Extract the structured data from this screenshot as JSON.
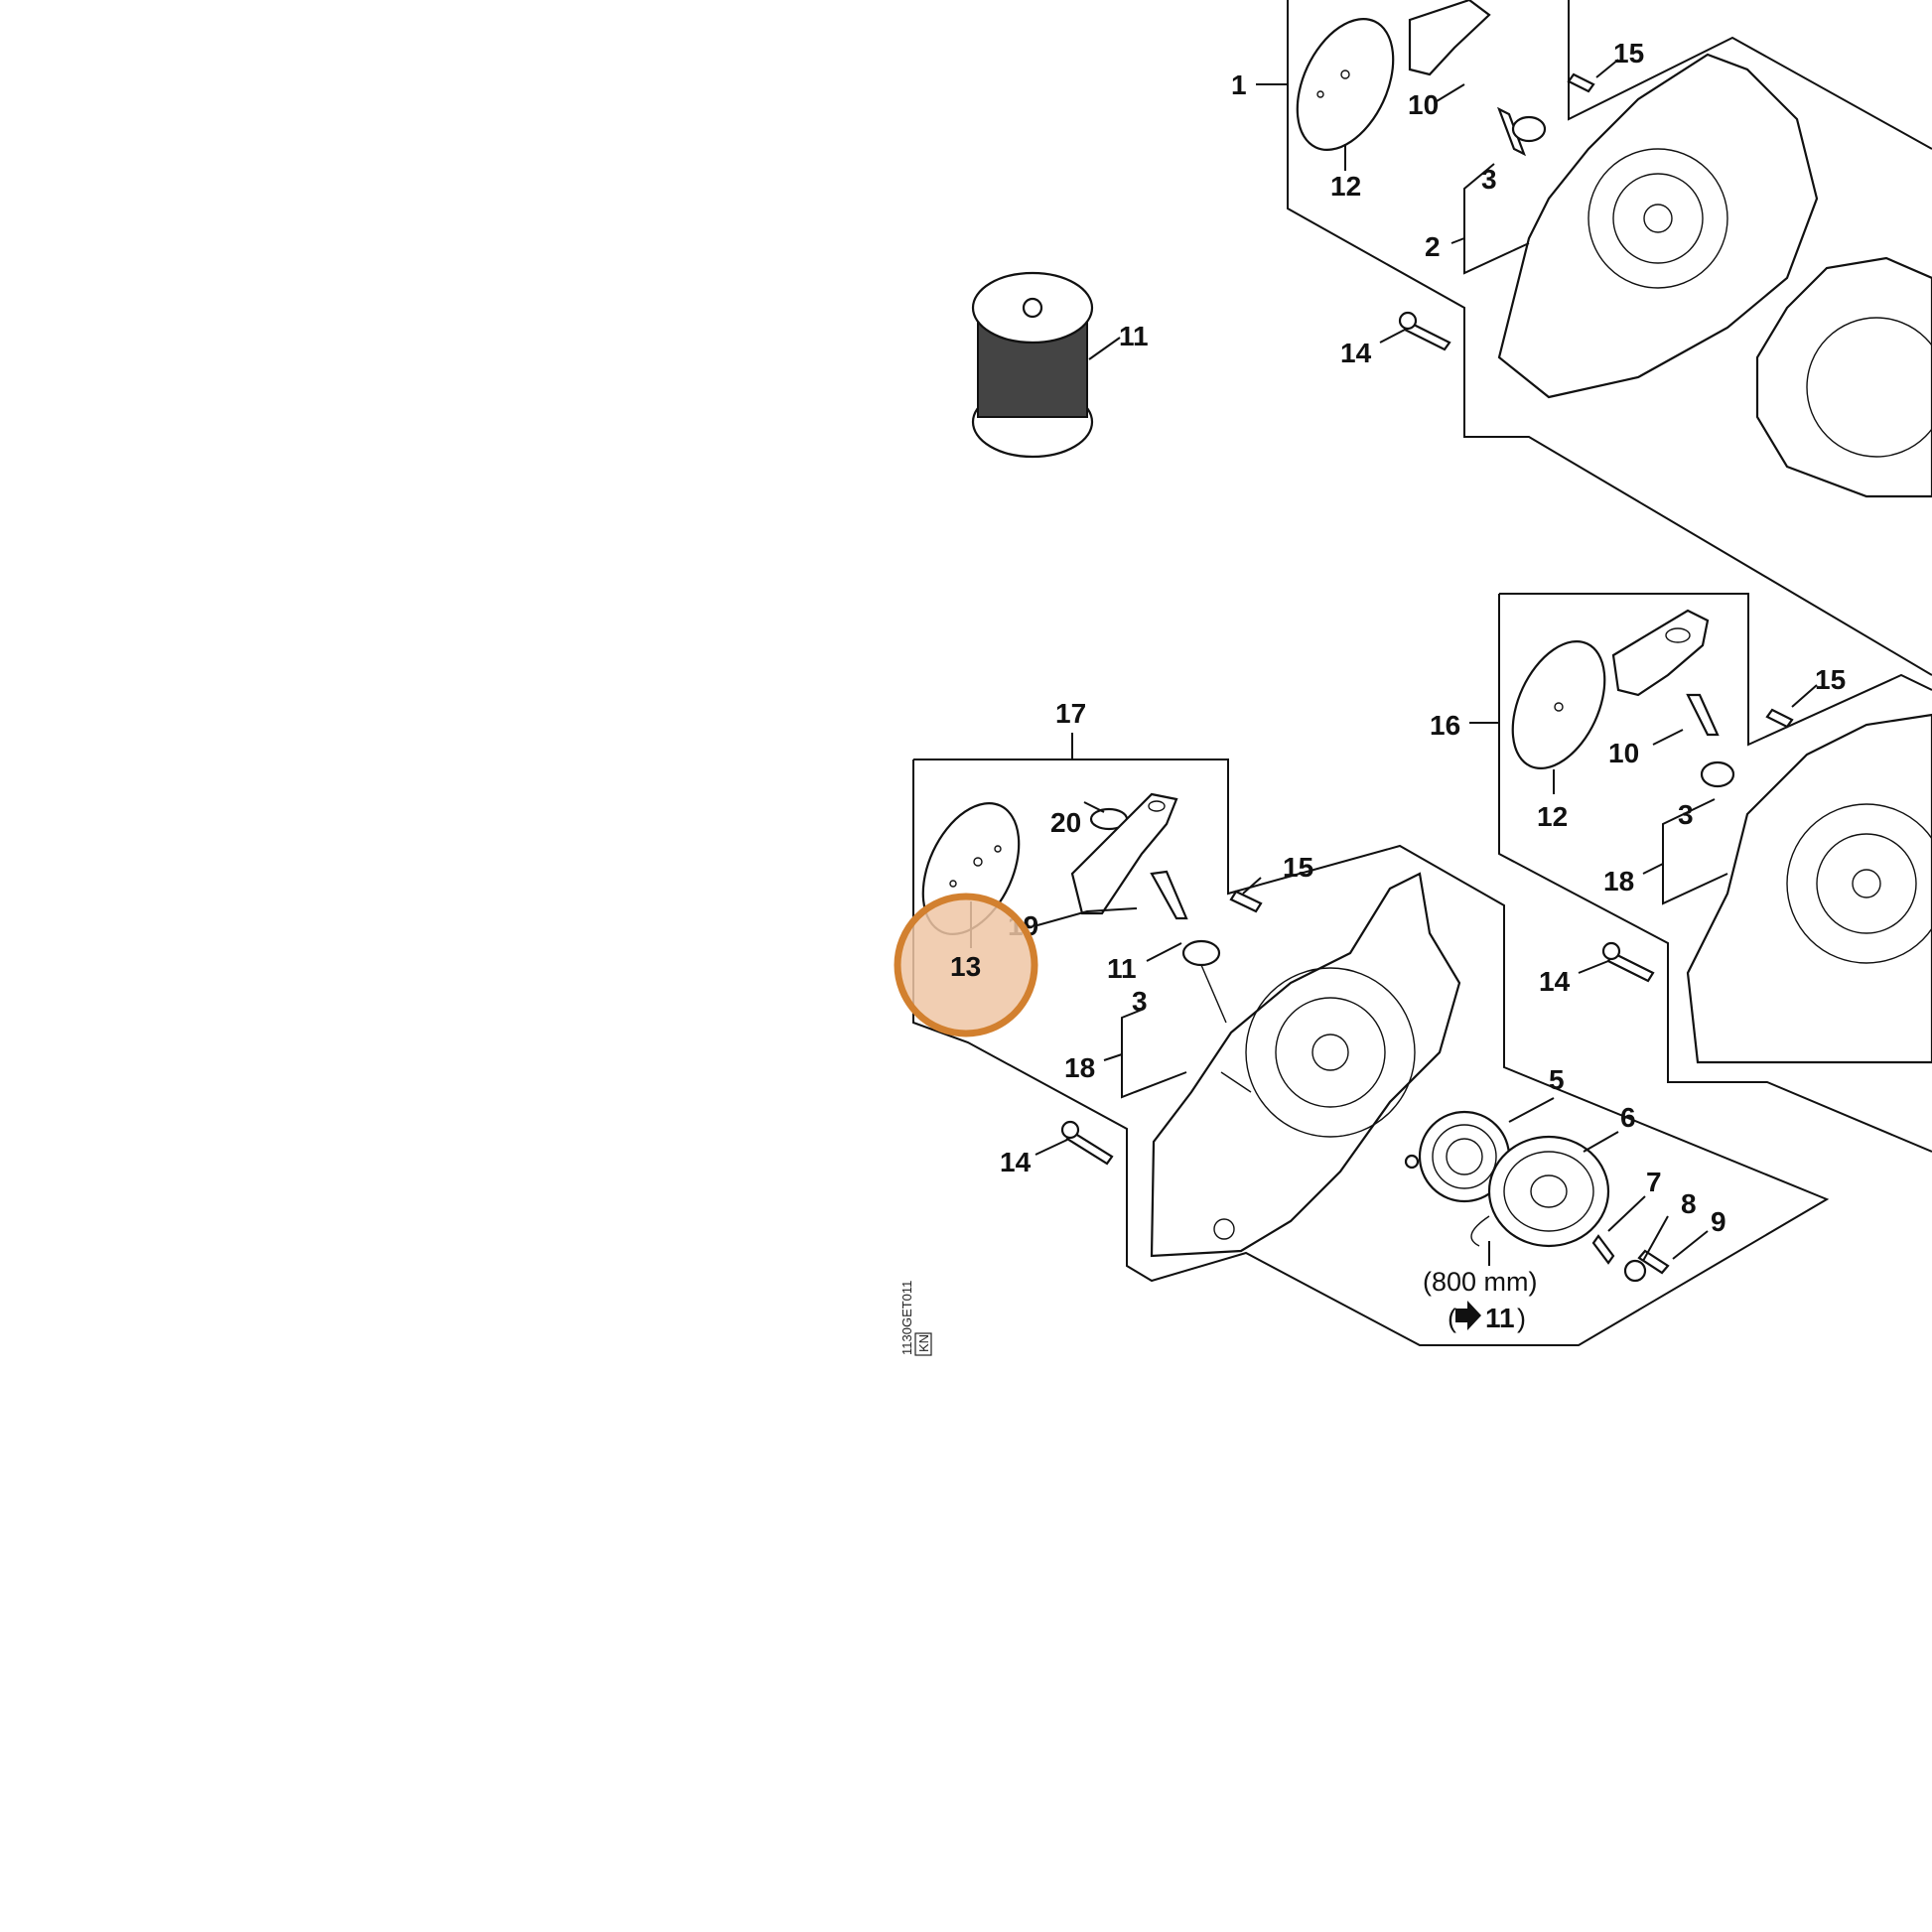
{
  "diagram": {
    "callouts": {
      "a1": "1",
      "a10": "10",
      "a15": "15",
      "a12": "12",
      "a3": "3",
      "a2": "2",
      "a14": "14",
      "s11": "11",
      "b16": "16",
      "b10": "10",
      "b15": "15",
      "b12": "12",
      "b3": "3",
      "b18": "18",
      "b14": "14",
      "c17": "17",
      "c20": "20",
      "c15": "15",
      "c19": "19",
      "c13": "13",
      "c11": "11",
      "c3": "3",
      "c18": "18",
      "c14": "14",
      "c5": "5",
      "c6": "6",
      "c7": "7",
      "c8": "8",
      "c9": "9"
    },
    "rope_length_note": "(800 mm)",
    "rope_ref": "11",
    "drawing_code": "1130GET011",
    "drawing_code_box": "KN"
  },
  "highlight": {
    "target_label": "13",
    "color": "#d2802f",
    "fill": "#efc6a4"
  }
}
